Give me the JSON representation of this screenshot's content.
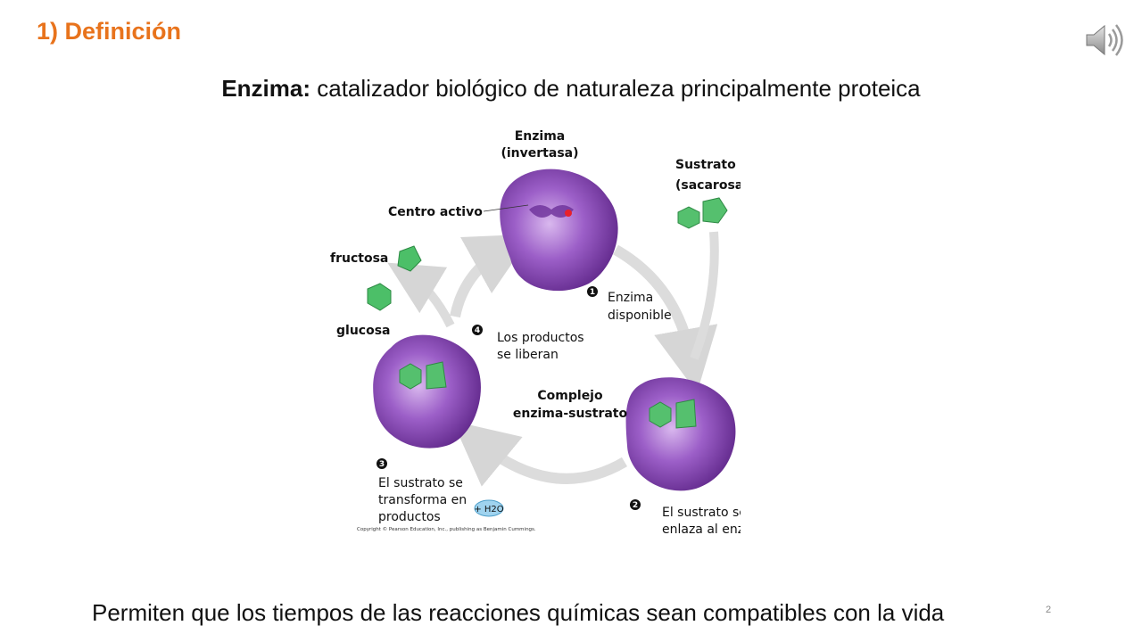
{
  "slide": {
    "title": "1) Definición",
    "definition_term": "Enzima:",
    "definition_text": " catalizador biológico de naturaleza principalmente proteica",
    "footer": "Permiten que los tiempos de las reacciones químicas sean compatibles con la vida",
    "page_number": "2"
  },
  "diagram": {
    "enzyme_title_1": "Enzima",
    "enzyme_title_2": "(invertasa)",
    "active_site": "Centro activo",
    "substrate_1": "Sustrato",
    "substrate_2": "(sacarosa)",
    "fructose": "fructosa",
    "glucose": "glucosa",
    "step1_num": "1",
    "step1_line1": "Enzima",
    "step1_line2": "disponible",
    "step2_num": "2",
    "step2_line1": "El sustrato se",
    "step2_line2": "enlaza al enzima",
    "step3_num": "3",
    "step3_line1": "El sustrato se",
    "step3_line2": "transforma en",
    "step3_line3": "productos",
    "step4_num": "4",
    "step4_line1": "Los productos",
    "step4_line2": "se liberan",
    "complex_1": "Complejo",
    "complex_2": "enzima-sustrato",
    "water": "+ H2O",
    "copyright": "Copyright © Pearson Education, Inc., publishing as Benjamin Cummings."
  },
  "colors": {
    "title": "#e8731c",
    "enzyme": "#7b3fb0",
    "substrate": "#3fae5c",
    "arrow": "#d9d9d9"
  },
  "icons": [
    "speaker-icon"
  ]
}
